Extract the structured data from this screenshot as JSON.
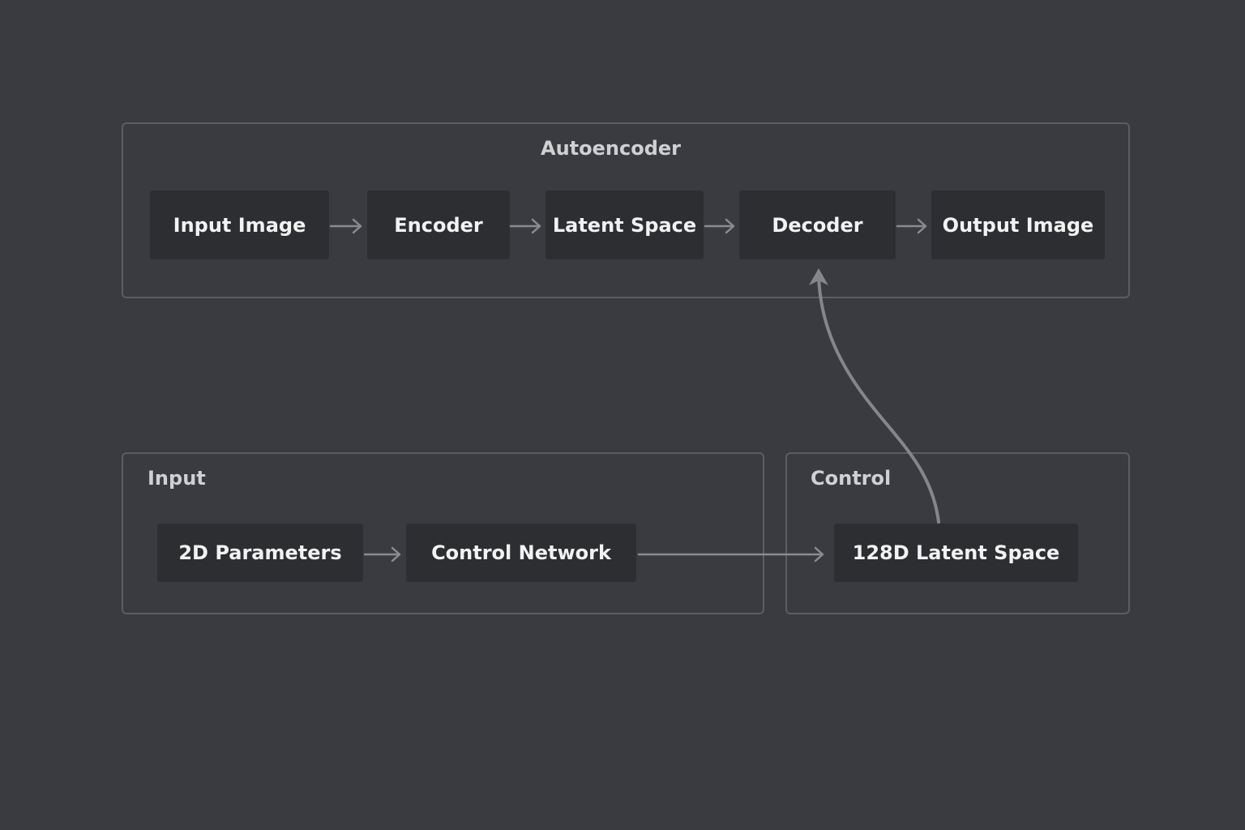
{
  "autoencoder": {
    "title": "Autoencoder",
    "nodes": [
      "Input Image",
      "Encoder",
      "Latent Space",
      "Decoder",
      "Output Image"
    ]
  },
  "input": {
    "title": "Input",
    "nodes": [
      "2D Parameters",
      "Control Network"
    ]
  },
  "control": {
    "title": "Control",
    "nodes": [
      "128D Latent Space"
    ]
  }
}
